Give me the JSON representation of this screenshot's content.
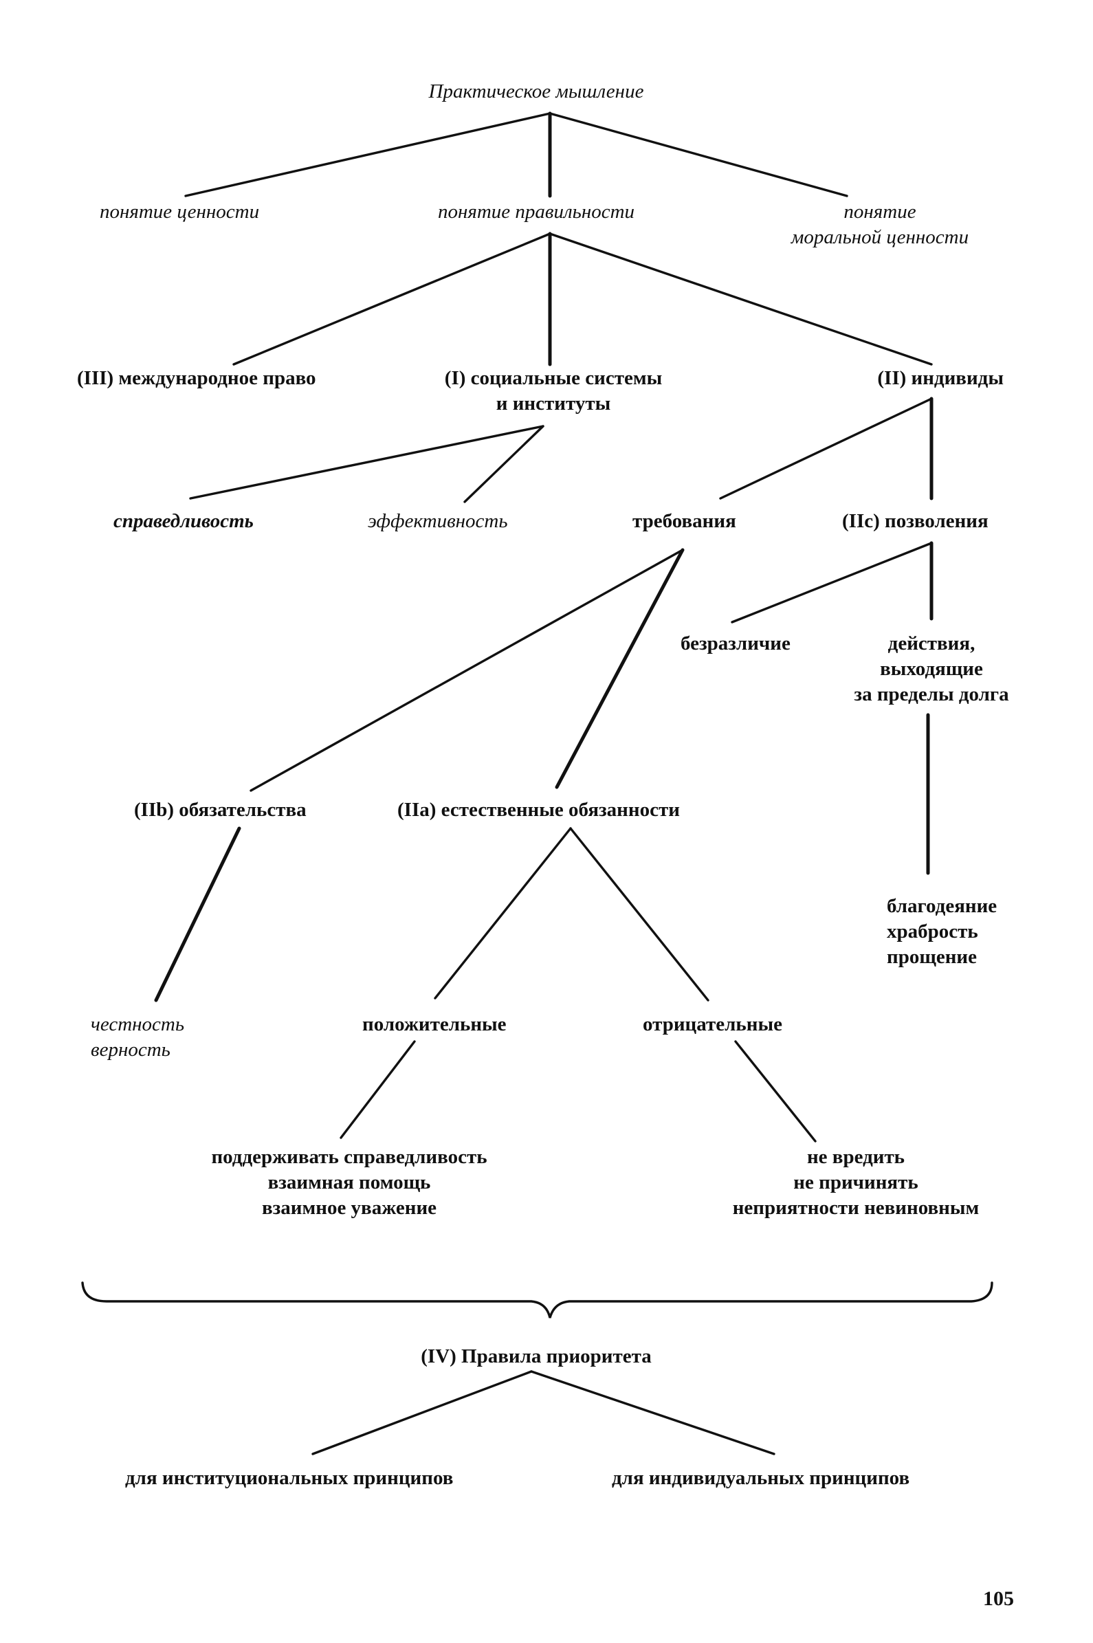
{
  "diagram": {
    "root": "Практическое мышление",
    "level1": {
      "left": "понятие ценности",
      "center": "понятие правильности",
      "right": "понятие\nморальной ценности"
    },
    "level2": {
      "left": "(III) международное право",
      "center": "(I) социальные системы\nи институты",
      "right": "(II) индивиды"
    },
    "institutions": {
      "justice": "справедливость",
      "efficiency": "эффективность"
    },
    "individuals": {
      "requirements": "требования",
      "permissions": "(IIc) позволения"
    },
    "permissions": {
      "indifference": "безразличие",
      "supererogatory": "действия,\nвыходящие\nза пределы долга",
      "examples": "благодеяние\nхрабрость\nпрощение"
    },
    "requirements": {
      "obligations": "(IIb) обязательства",
      "natural_duties": "(IIa) естественные обязанности"
    },
    "obligations": {
      "examples": "честность\nверность"
    },
    "natural_duties": {
      "positive": "положительные",
      "negative": "отрицательные",
      "positive_examples": "поддерживать справедливость\nвзаимная помощь\nвзаимное уважение",
      "negative_examples": "не вредить\nне причинять\nнеприятности невиновным"
    },
    "priority": {
      "title": "(IV) Правила приоритета",
      "institutional": "для институциональных принципов",
      "individual": "для индивидуальных принципов"
    }
  },
  "page_number": "105"
}
